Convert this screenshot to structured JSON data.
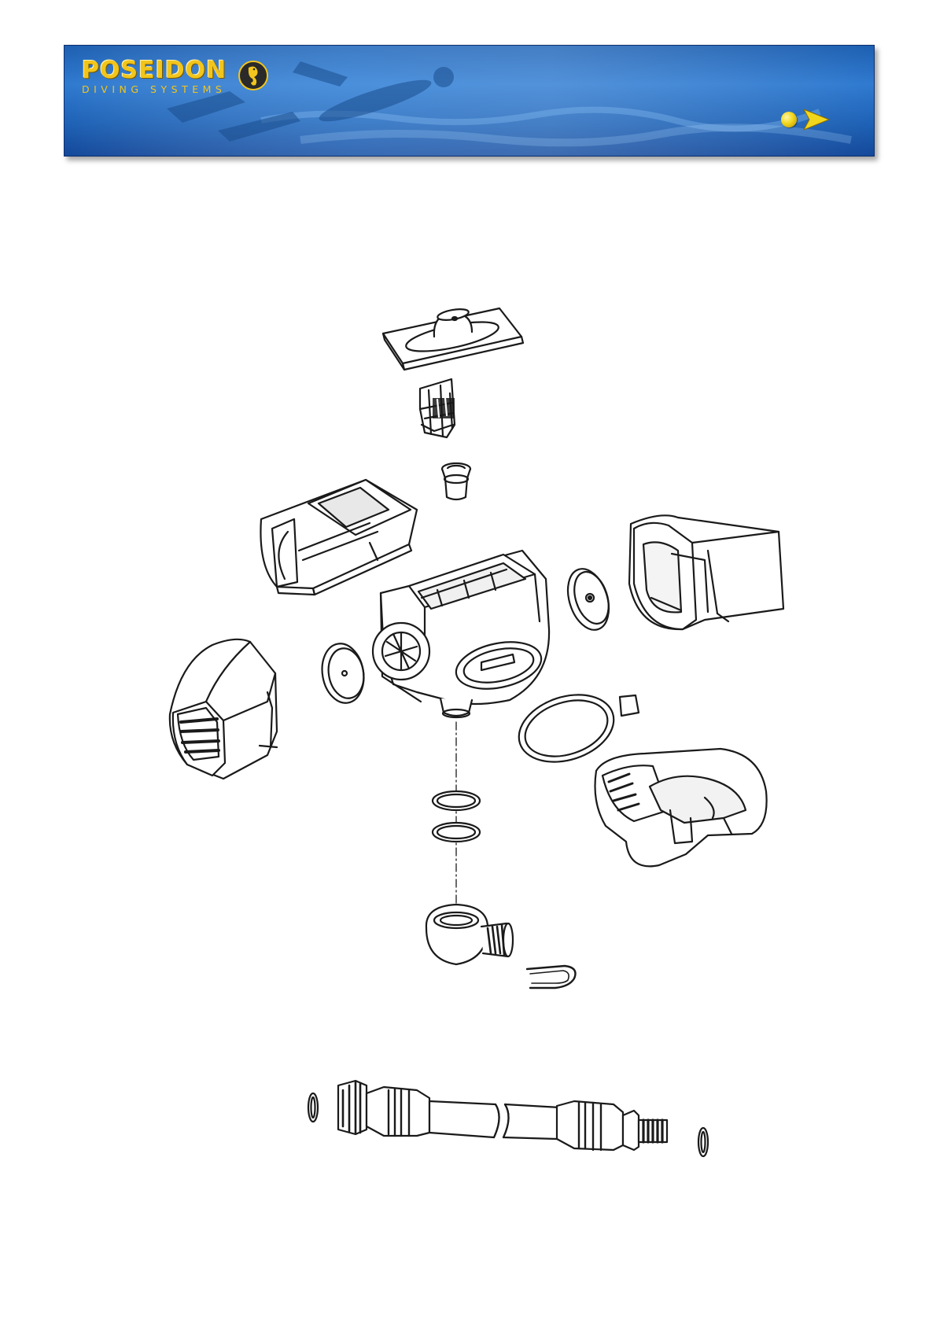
{
  "header": {
    "logo_title": "POSEIDON",
    "logo_subtitle": "DIVING SYSTEMS",
    "colors": {
      "banner": "#1e62b6",
      "logo": "#f2c51c",
      "nav": "#f1d61c"
    },
    "nav_icons": [
      "bullet-dot-icon",
      "next-arrow-icon"
    ]
  },
  "diagram": {
    "parts": [
      "diaphragm-cover",
      "diaphragm-clip",
      "valve-seat-insert",
      "top-front-cover",
      "side-cover-right",
      "exhaust-diaphragm-right",
      "regulator-housing",
      "exhaust-diaphragm-left",
      "front-cover-left",
      "mouthpiece-clamp",
      "mouthpiece",
      "o-ring-upper",
      "o-ring-lower",
      "swivel-connector",
      "u-lock-clip",
      "hose-o-ring-left",
      "hose",
      "hose-o-ring-right"
    ]
  }
}
